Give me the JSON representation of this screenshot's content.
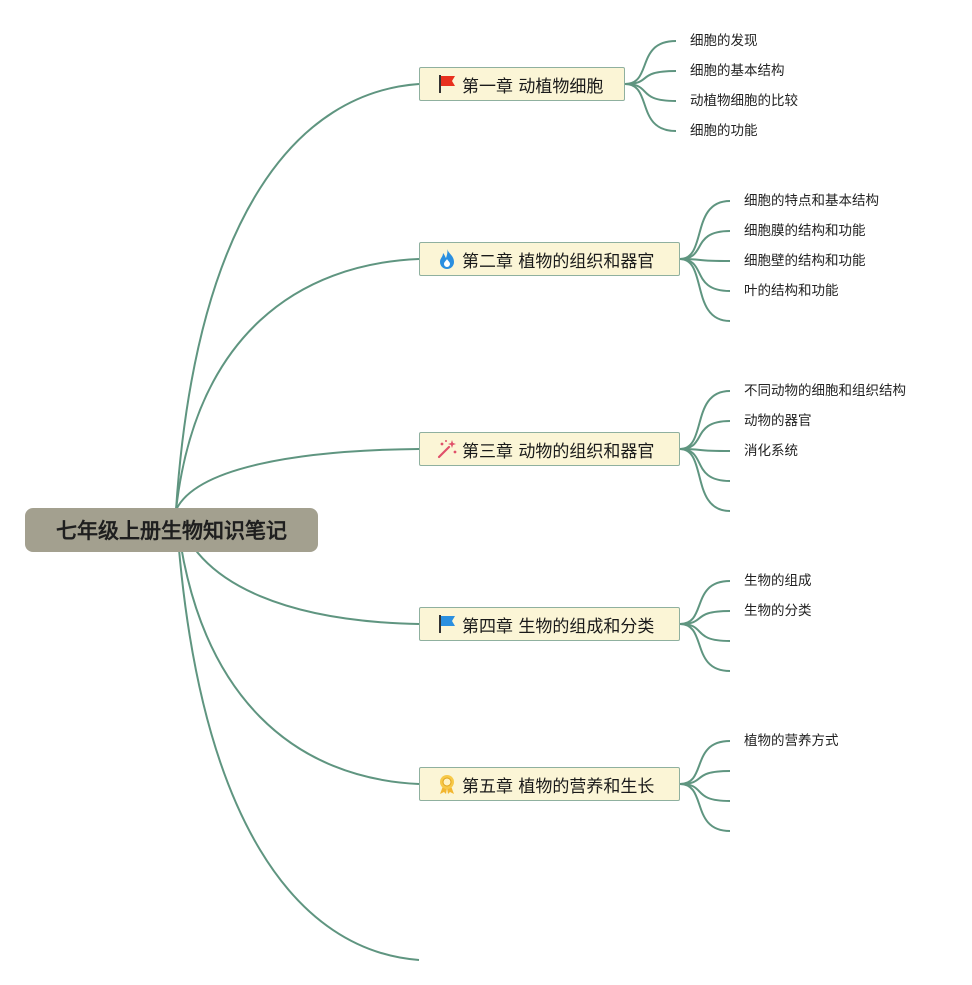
{
  "root": {
    "title": "七年级上册生物知识笔记"
  },
  "colors": {
    "line": "#5f9580",
    "root_bg": "#a3a08f",
    "chapter_bg": "#fbf5d6",
    "chapter_border": "#8fb09f"
  },
  "chapters": [
    {
      "title": "第一章 动植物细胞",
      "icon": "red-flag-icon",
      "topics": [
        "细胞的发现",
        "细胞的基本结构",
        "动植物细胞的比较",
        "细胞的功能"
      ]
    },
    {
      "title": "第二章 植物的组织和器官",
      "icon": "fire-icon",
      "topics": [
        "细胞的特点和基本结构",
        "细胞膜的结构和功能",
        "细胞壁的结构和功能",
        "叶的结构和功能",
        ""
      ]
    },
    {
      "title": "第三章 动物的组织和器官",
      "icon": "magic-wand-icon",
      "topics": [
        "不同动物的细胞和组织结构",
        "动物的器官",
        "消化系统",
        "",
        ""
      ]
    },
    {
      "title": "第四章 生物的组成和分类",
      "icon": "blue-flag-icon",
      "topics": [
        "生物的组成",
        "生物的分类",
        "",
        ""
      ]
    },
    {
      "title": "第五章 植物的营养和生长",
      "icon": "award-ribbon-icon",
      "topics": [
        "植物的营养方式",
        "",
        "",
        ""
      ]
    }
  ]
}
